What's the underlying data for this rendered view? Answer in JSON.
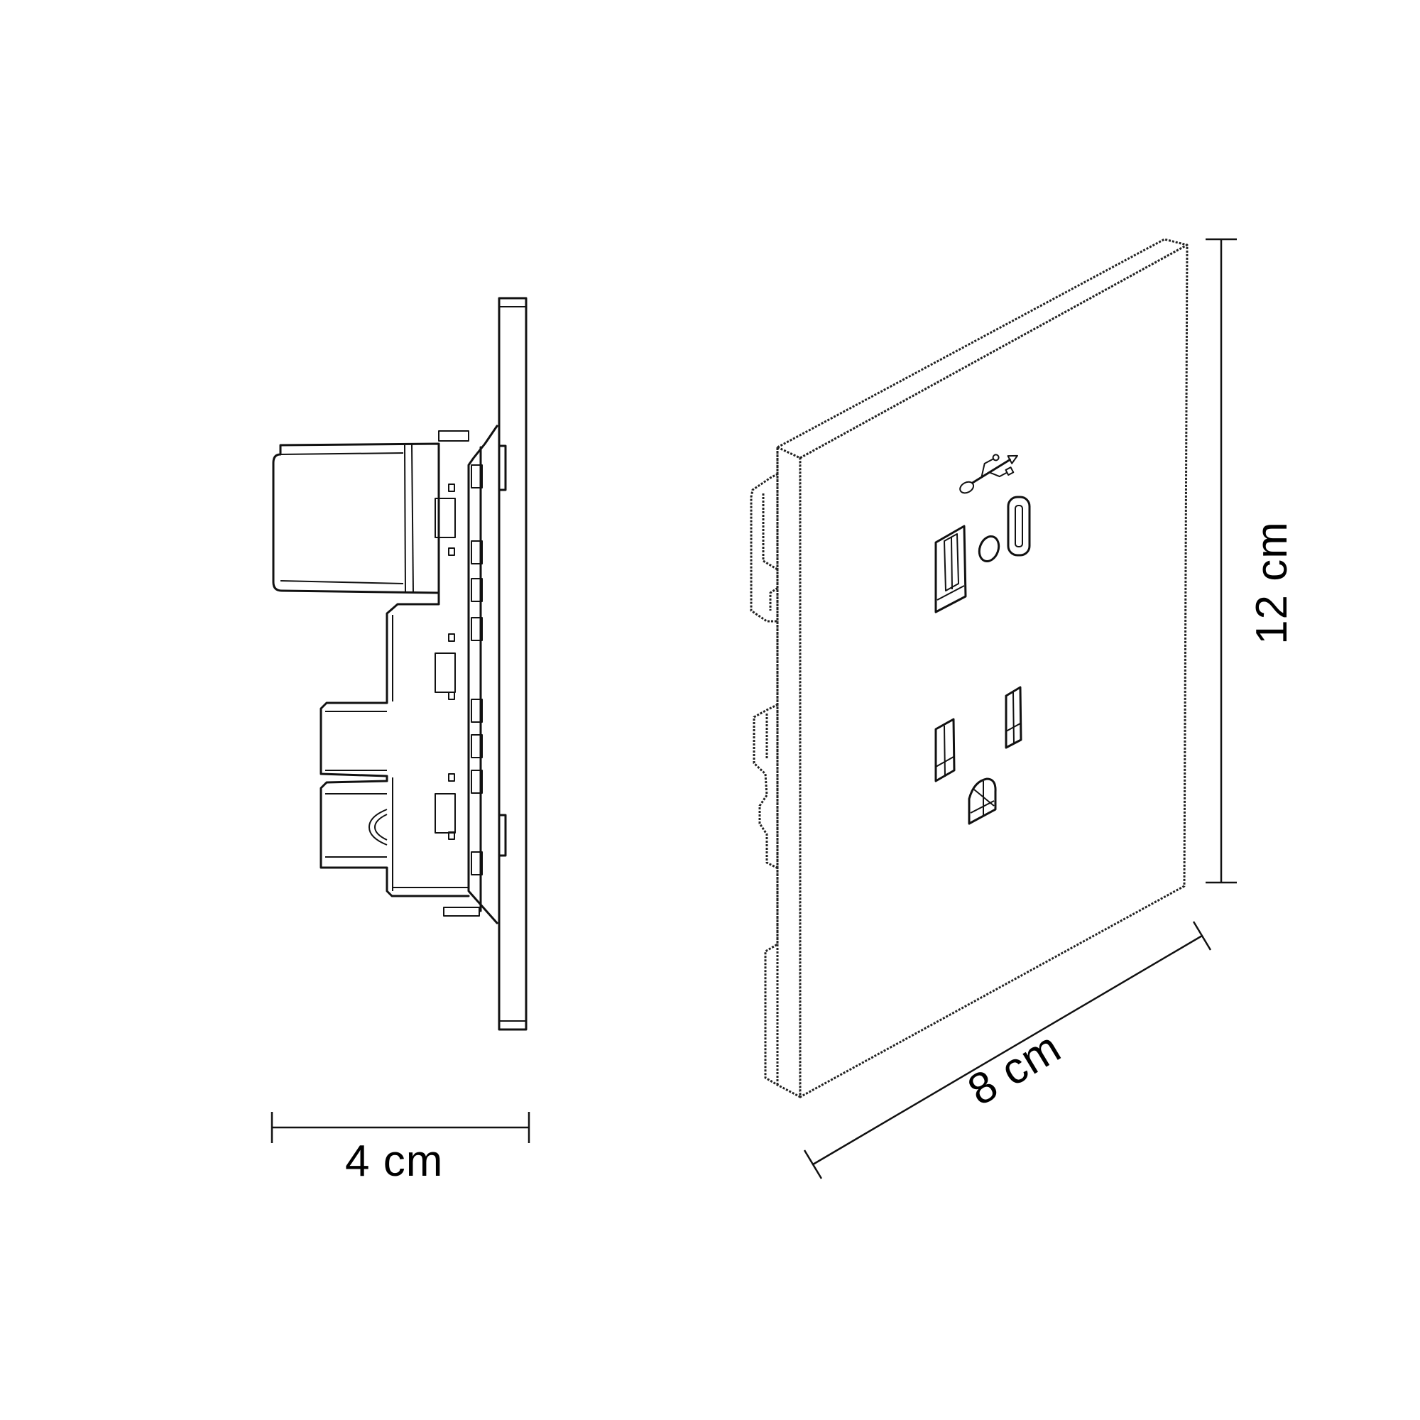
{
  "diagram": {
    "subject": "Wall socket outlet with USB-A and USB-C charging ports",
    "views": [
      {
        "name": "side-view",
        "description": "Side profile of socket showing wall plate and rear body"
      },
      {
        "name": "perspective-view",
        "description": "Isometric front view of face plate"
      }
    ],
    "face_plate_features": [
      {
        "name": "usb-logo",
        "type": "icon"
      },
      {
        "name": "usb-a-port",
        "type": "port"
      },
      {
        "name": "indicator-led",
        "type": "light"
      },
      {
        "name": "usb-c-port",
        "type": "port"
      },
      {
        "name": "outlet-slot-left",
        "type": "slot"
      },
      {
        "name": "outlet-slot-right",
        "type": "slot"
      },
      {
        "name": "ground-pin-hole",
        "type": "slot"
      }
    ]
  },
  "dimensions": {
    "depth": {
      "label": "4 cm",
      "value": 4,
      "unit": "cm"
    },
    "width": {
      "label": "8 cm",
      "value": 8,
      "unit": "cm"
    },
    "height": {
      "label": "12 cm",
      "value": 12,
      "unit": "cm"
    }
  },
  "colors": {
    "line": "#111111",
    "background": "#ffffff"
  }
}
